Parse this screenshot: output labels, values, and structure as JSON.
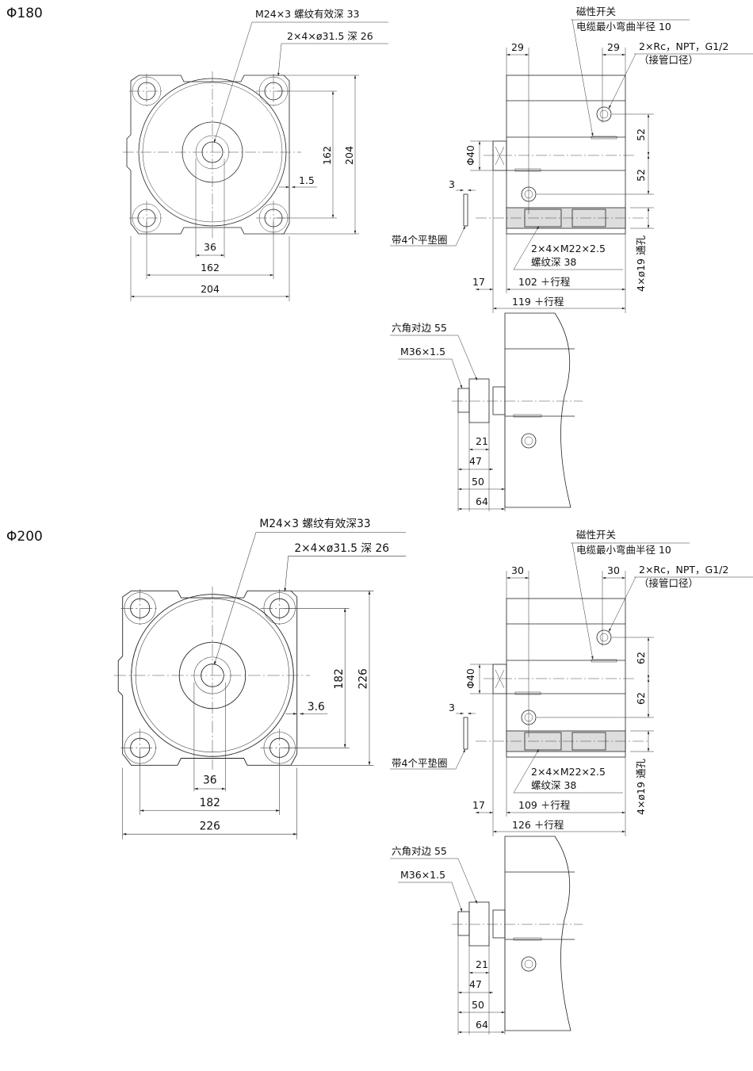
{
  "sections": [
    {
      "title": "Φ180",
      "front": {
        "thread_callout": "M24×3 螺纹有效深 33",
        "holes_callout": "2×4×ø31.5 深 26",
        "bolt_pitch_v": "162",
        "height": "204",
        "offset": "1.5",
        "bore": "36",
        "bolt_pitch_h": "162",
        "width": "204"
      },
      "side": {
        "switch_label": "磁性开关",
        "cable_label": "电缆最小弯曲半径 10",
        "port_dim_left": "29",
        "port_dim_right": "29",
        "port_label": "2×Rc，NPT，G1/2",
        "port_note": "（接管口径）",
        "rod_dia": "Φ40",
        "washer_thk": "3",
        "washer_label": "带4个平垫圈",
        "thread_label": "2×4×M22×2.5",
        "thread_depth": "螺纹深 38",
        "pitch_top": "52",
        "pitch_bottom": "52",
        "through_hole": "4×ø19 通孔",
        "rod_offset": "17",
        "len_a": "102 ＋行程",
        "len_b": "119 ＋行程"
      },
      "rod_detail": {
        "hex": "六角对边 55",
        "thread": "M36×1.5",
        "d1": "21",
        "d2": "47",
        "d3": "50",
        "d4": "64"
      }
    },
    {
      "title": "Φ200",
      "front": {
        "thread_callout": "M24×3 螺纹有效深33",
        "holes_callout": "2×4×ø31.5 深 26",
        "bolt_pitch_v": "182",
        "height": "226",
        "offset": "3.6",
        "bore": "36",
        "bolt_pitch_h": "182",
        "width": "226"
      },
      "side": {
        "switch_label": "磁性开关",
        "cable_label": "电缆最小弯曲半径 10",
        "port_dim_left": "30",
        "port_dim_right": "30",
        "port_label": "2×Rc，NPT，G1/2",
        "port_note": "（接管口径）",
        "rod_dia": "Φ40",
        "washer_thk": "3",
        "washer_label": "带4个平垫圈",
        "thread_label": "2×4×M22×2.5",
        "thread_depth": "螺纹深 38",
        "pitch_top": "62",
        "pitch_bottom": "62",
        "through_hole": "4×ø19 通孔",
        "rod_offset": "17",
        "len_a": "109 ＋行程",
        "len_b": "126 ＋行程"
      },
      "rod_detail": {
        "hex": "六角对边 55",
        "thread": "M36×1.5",
        "d1": "21",
        "d2": "47",
        "d3": "50",
        "d4": "64"
      }
    }
  ]
}
